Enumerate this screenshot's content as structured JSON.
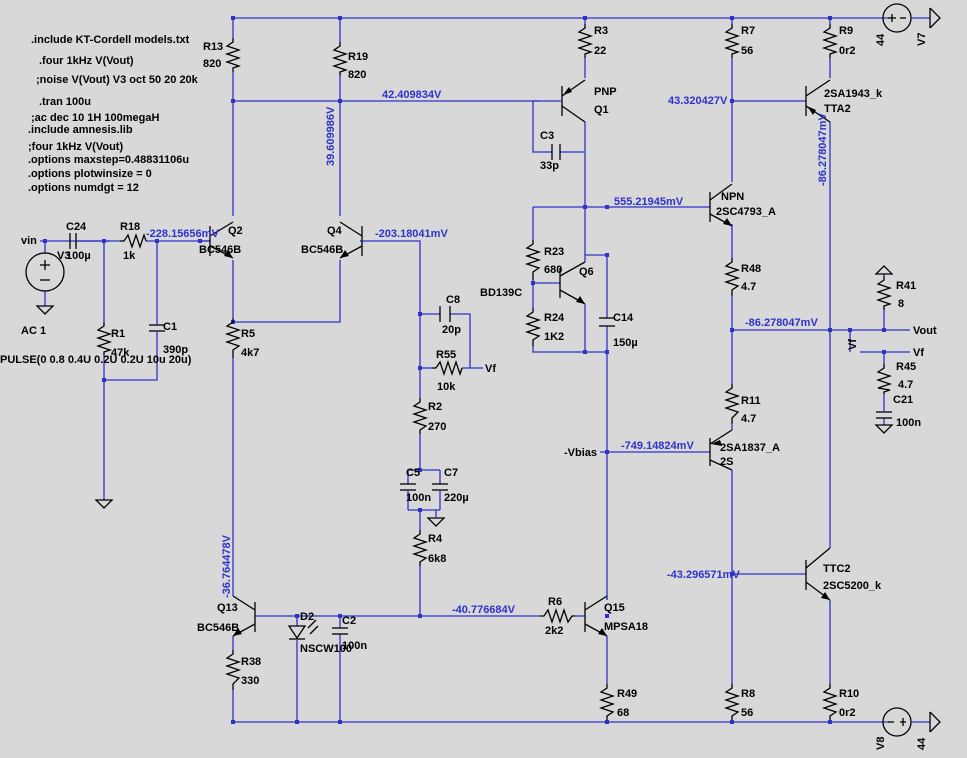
{
  "directives": [
    ".include KT-Cordell models.txt",
    ".four 1kHz V(Vout)",
    ";noise V(Vout) V3 oct 50 20 20k",
    ".tran 100u",
    ";ac dec 10 1H 100megaH",
    ".include amnesis.lib",
    ";four 1kHz V(Vout)",
    ".options maxstep=0.48831106u",
    ".options plotwinsize = 0",
    ".options numdgt = 12"
  ],
  "source": {
    "vin": "vin",
    "name": "V3",
    "ac": "AC 1",
    "pulse": "PULSE(0 0.8 0.4U 0.2U 0.2U 10u 20u)"
  },
  "components": {
    "R13": {
      "name": "R13",
      "value": "820"
    },
    "R19": {
      "name": "R19",
      "value": "820"
    },
    "R3": {
      "name": "R3",
      "value": "22"
    },
    "R7": {
      "name": "R7",
      "value": "56"
    },
    "R9": {
      "name": "R9",
      "value": "0r2"
    },
    "C24": {
      "name": "C24",
      "value": "100µ"
    },
    "R18": {
      "name": "R18",
      "value": "1k"
    },
    "R1": {
      "name": "R1",
      "value": "47k"
    },
    "C1": {
      "name": "C1",
      "value": "390p"
    },
    "Q2": {
      "name": "Q2",
      "value": "BC546B"
    },
    "Q4": {
      "name": "Q4",
      "value": "BC546B"
    },
    "Q1": {
      "name": "Q1",
      "value": "PNP"
    },
    "C3": {
      "name": "C3",
      "value": "33p"
    },
    "TTA2": {
      "name": "TTA2",
      "value": "2SA1943_k"
    },
    "NPN": {
      "name": "NPN",
      "value": "2SC4793_A"
    },
    "R23": {
      "name": "R23",
      "value": "680"
    },
    "Q6": {
      "name": "Q6",
      "value": "BD139C"
    },
    "R24": {
      "name": "R24",
      "value": "1K2"
    },
    "C14": {
      "name": "C14",
      "value": "150µ"
    },
    "R48": {
      "name": "R48",
      "value": "4.7"
    },
    "R41": {
      "name": "R41",
      "value": "8"
    },
    "R45": {
      "name": "R45",
      "value": "4.7"
    },
    "C21": {
      "name": "C21",
      "value": "100n"
    },
    "R5": {
      "name": "R5",
      "value": "4k7"
    },
    "C8": {
      "name": "C8",
      "value": "20p"
    },
    "R55": {
      "name": "R55",
      "value": "10k"
    },
    "R2": {
      "name": "R2",
      "value": "270"
    },
    "C5": {
      "name": "C5",
      "value": "100n"
    },
    "C7": {
      "name": "C7",
      "value": "220µ"
    },
    "R4": {
      "name": "R4",
      "value": "6k8"
    },
    "R11": {
      "name": "R11",
      "value": "4.7"
    },
    "2S": {
      "name": "2S",
      "value": "2SA1837_A"
    },
    "TTC2": {
      "name": "TTC2",
      "value": "2SC5200_k"
    },
    "Q13": {
      "name": "Q13",
      "value": "BC546B"
    },
    "D2": {
      "name": "D2",
      "value": "NSCW100"
    },
    "C2": {
      "name": "C2",
      "value": "100n"
    },
    "R6": {
      "name": "R6",
      "value": "2k2"
    },
    "Q15": {
      "name": "Q15",
      "value": "MPSA18"
    },
    "R38": {
      "name": "R38",
      "value": "330"
    },
    "R49": {
      "name": "R49",
      "value": "68"
    },
    "R8": {
      "name": "R8",
      "value": "56"
    },
    "R10": {
      "name": "R10",
      "value": "0r2"
    }
  },
  "supplies": {
    "V7": {
      "name": "V7",
      "value": "44"
    },
    "V8": {
      "name": "V8",
      "value": "44"
    }
  },
  "nets": {
    "vout": "Vout",
    "vf": "Vf",
    "vbias": "-Vbias"
  },
  "voltages": {
    "q1_base": "42.409834V",
    "r19_node": "39.609986V",
    "tta2_base": "43.320427V",
    "tta2_emitter": "-86.278047mV",
    "q2_base": "-228.15656mV",
    "q4_base": "-203.18041mV",
    "npn_base": "555.21945mV",
    "out_node": "-86.278047mV",
    "pnp_drv_base": "-749.14824mV",
    "ttc2_base": "-43.296571mV",
    "q13_collector": "-36.764478V",
    "q15_base": "-40.776684V"
  }
}
